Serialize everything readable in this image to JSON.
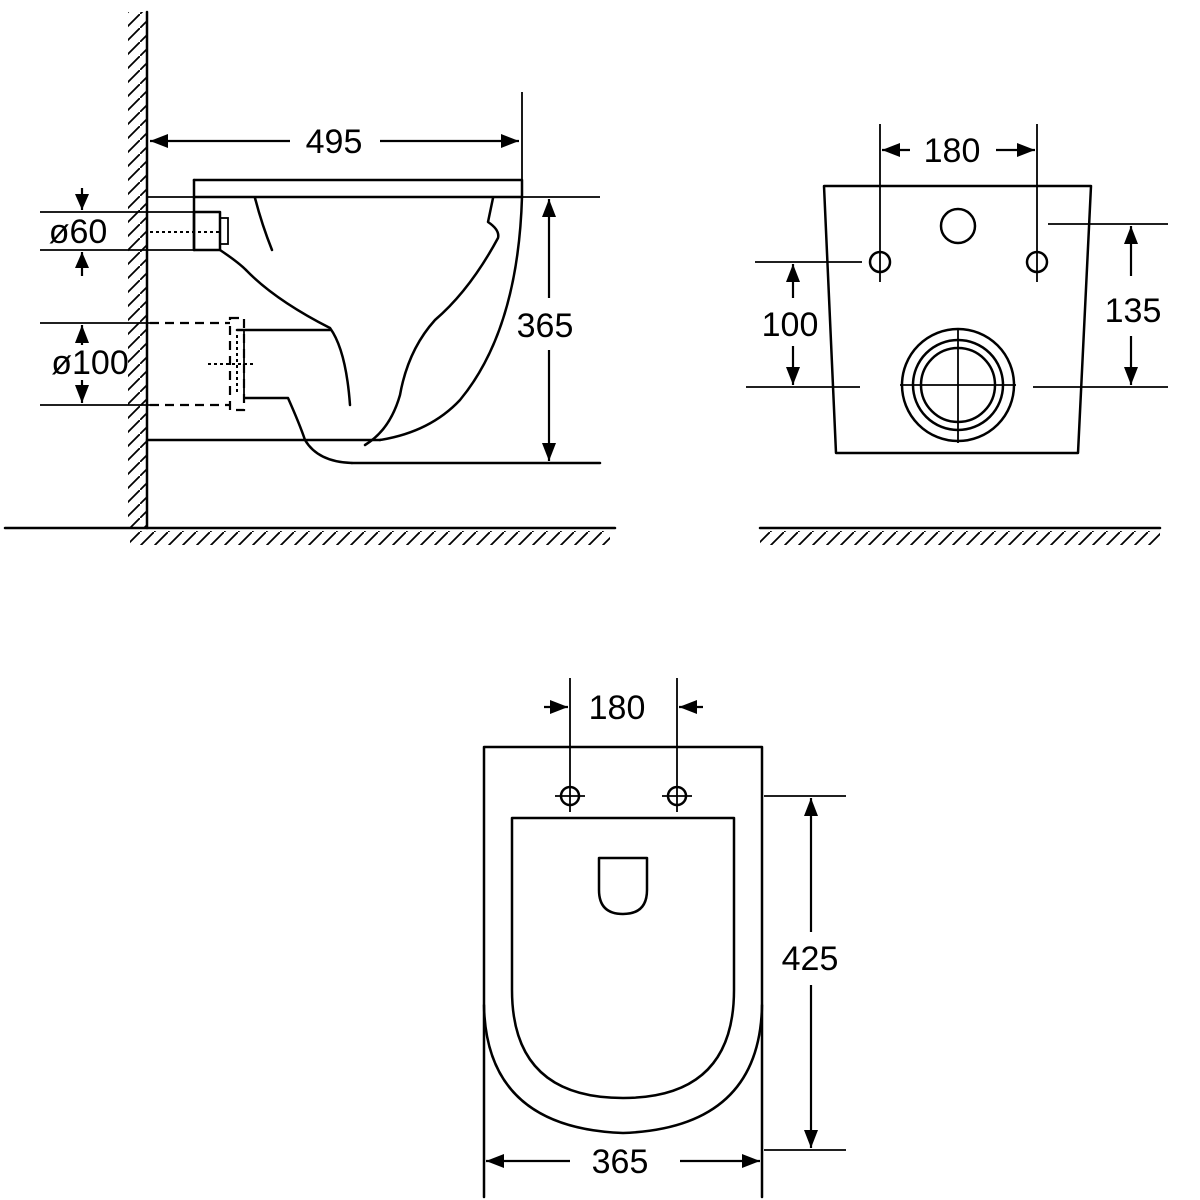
{
  "side_view": {
    "width_label": "495",
    "height_label": "365",
    "inlet_diameter_label": "ø60",
    "outlet_diameter_label": "ø100"
  },
  "rear_view": {
    "bolt_spacing_label": "180",
    "outlet_height_label": "100",
    "inlet_offset_label": "135"
  },
  "top_view": {
    "bolt_spacing_label": "180",
    "length_label": "425",
    "width_label": "365"
  }
}
